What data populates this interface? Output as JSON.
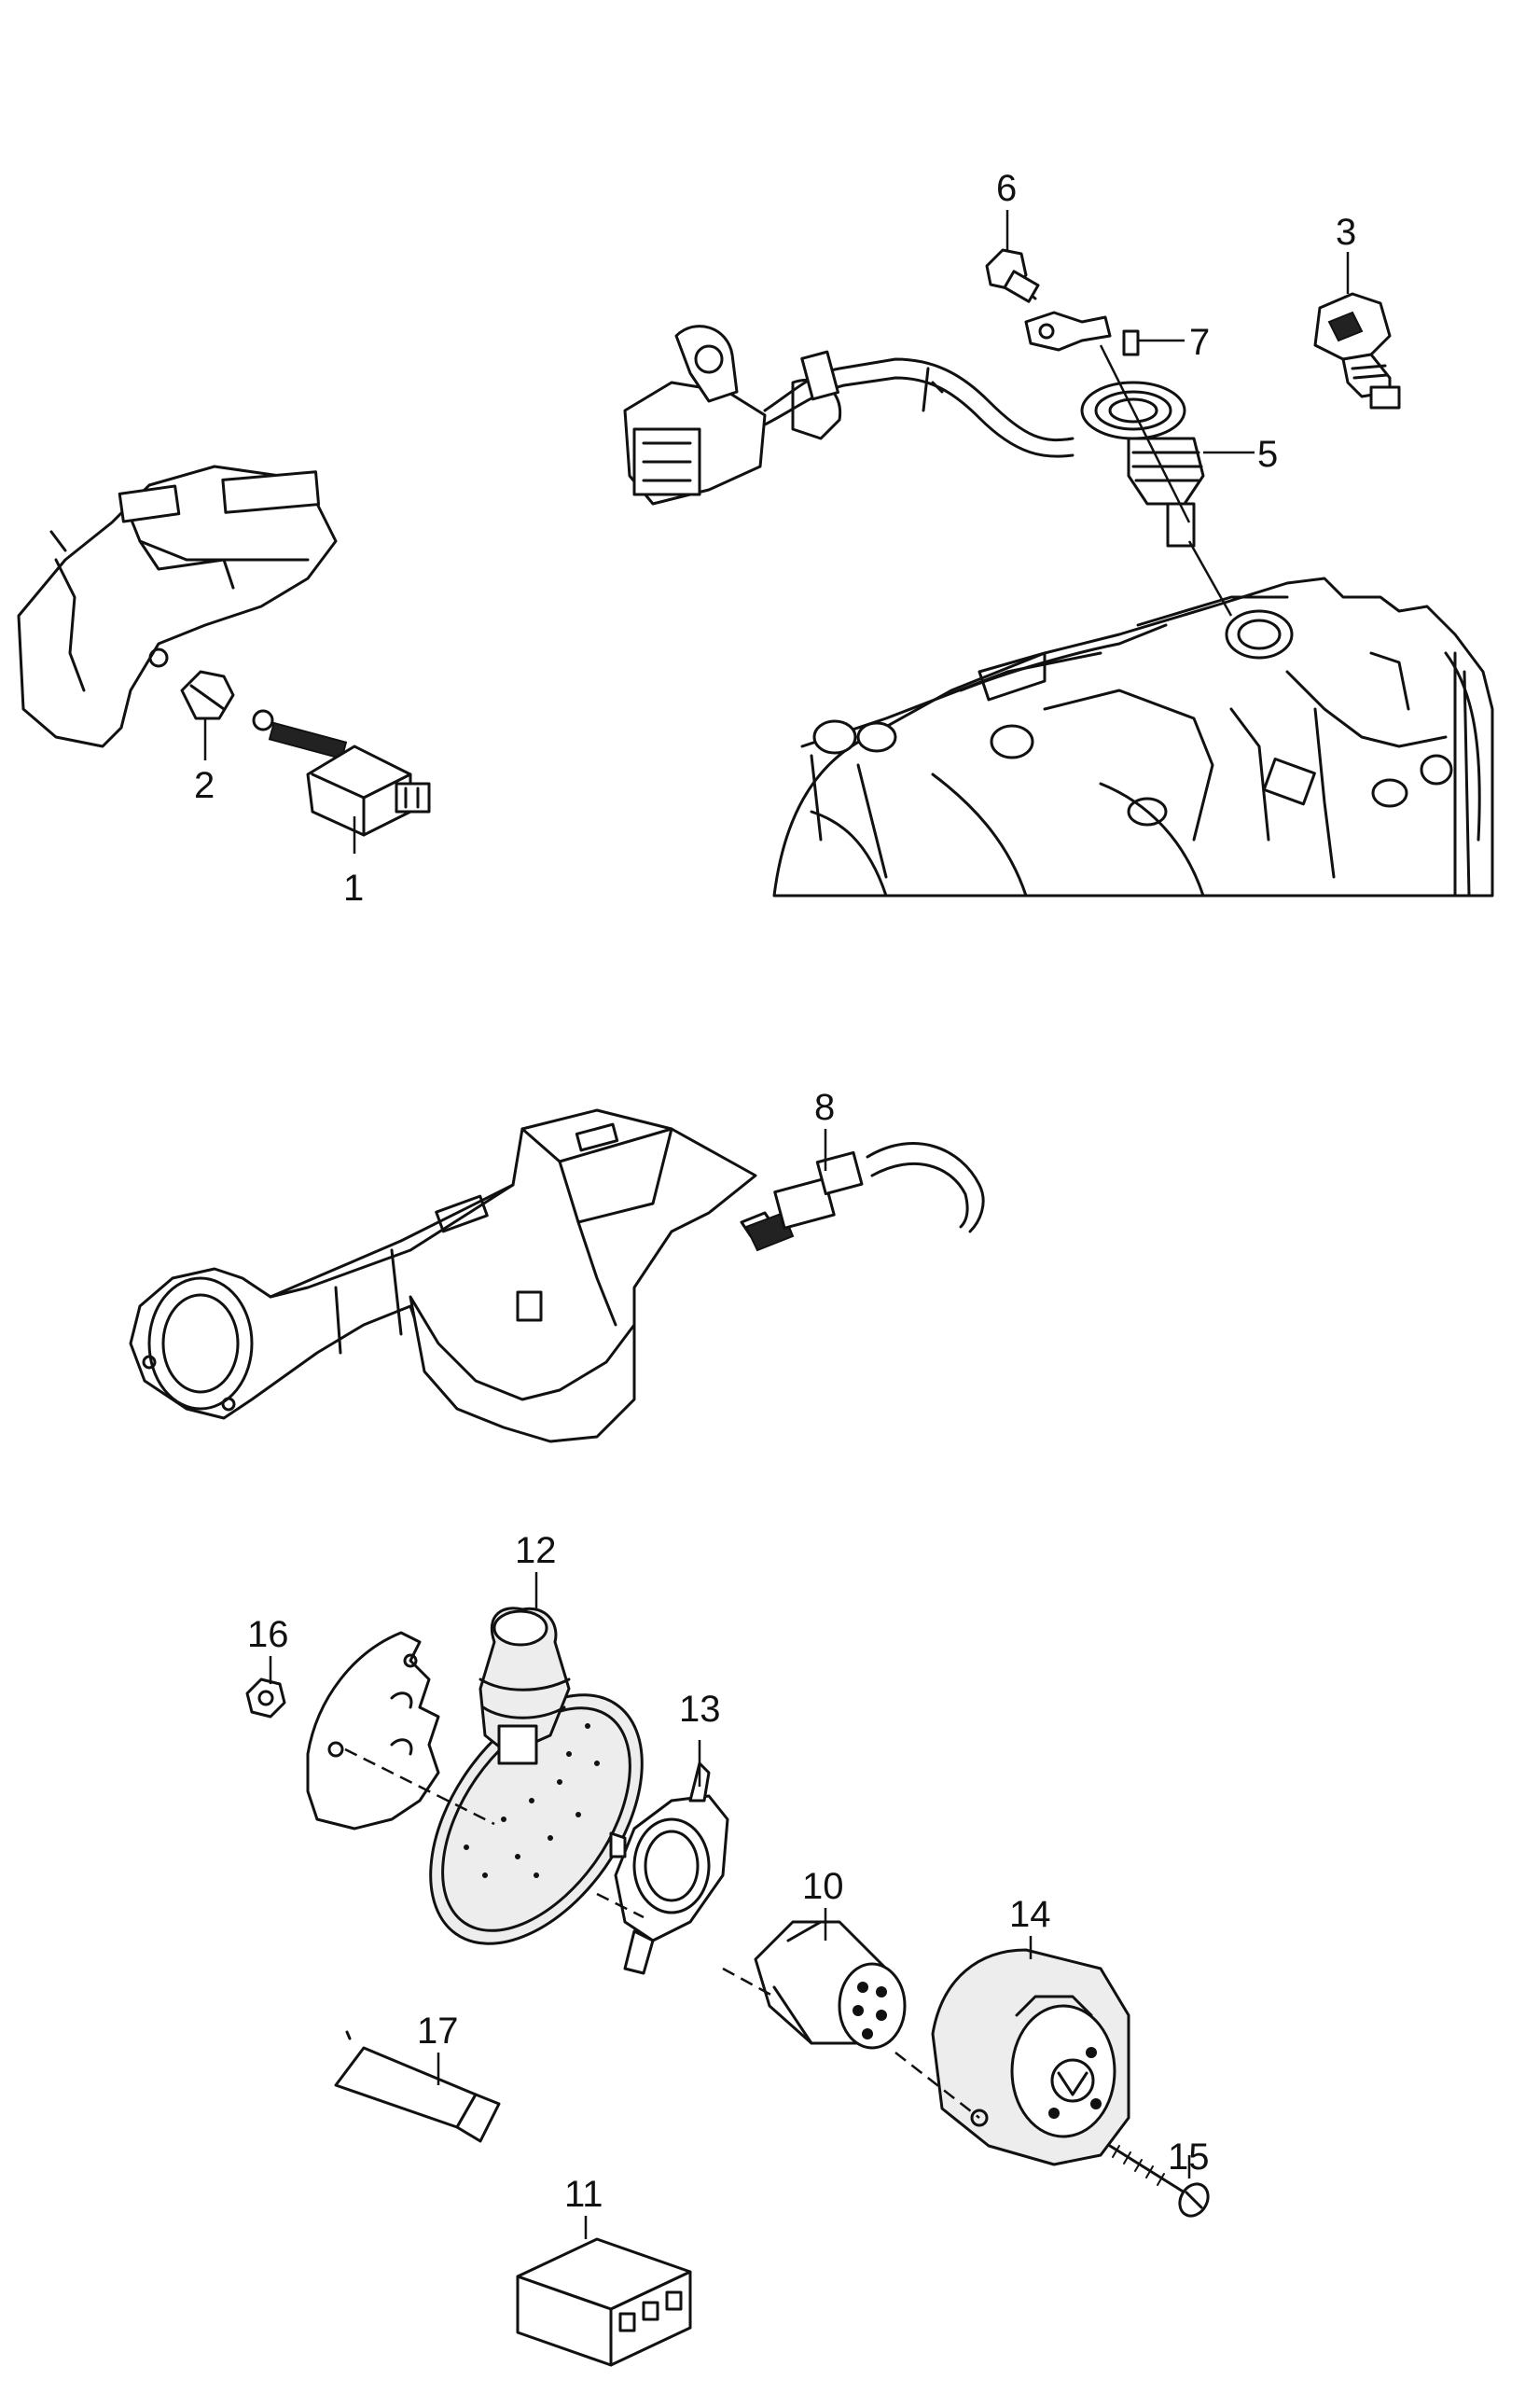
{
  "callouts": [
    {
      "id": "c1",
      "label": "1"
    },
    {
      "id": "c2",
      "label": "2"
    },
    {
      "id": "c3",
      "label": "3"
    },
    {
      "id": "c5",
      "label": "5"
    },
    {
      "id": "c6",
      "label": "6"
    },
    {
      "id": "c7",
      "label": "7"
    },
    {
      "id": "c8",
      "label": "8"
    },
    {
      "id": "c10",
      "label": "10"
    },
    {
      "id": "c11",
      "label": "11"
    },
    {
      "id": "c12",
      "label": "12"
    },
    {
      "id": "c13",
      "label": "13"
    },
    {
      "id": "c14",
      "label": "14"
    },
    {
      "id": "c15",
      "label": "15"
    },
    {
      "id": "c16",
      "label": "16"
    },
    {
      "id": "c17",
      "label": "17"
    }
  ]
}
